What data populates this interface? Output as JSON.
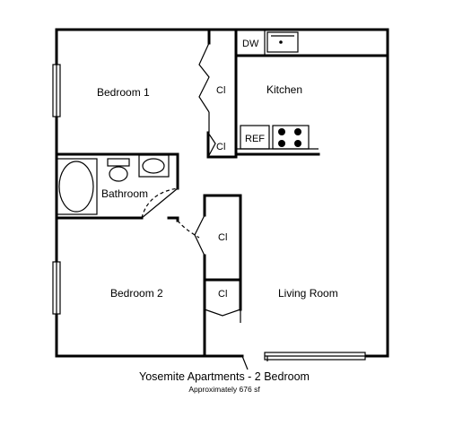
{
  "rooms": {
    "bedroom1": "Bedroom 1",
    "kitchen": "Kitchen",
    "bathroom": "Bathroom",
    "bedroom2": "Bedroom 2",
    "living": "Living Room"
  },
  "closets": {
    "closet_bed1": "Cl",
    "closet_small": "Cl",
    "closet_mid": "Cl",
    "closet_low": "Cl"
  },
  "appliances": {
    "dishwasher": "DW",
    "refrigerator": "REF"
  },
  "caption": {
    "title": "Yosemite Apartments - 2 Bedroom",
    "area": "Approximately 676 sf"
  }
}
